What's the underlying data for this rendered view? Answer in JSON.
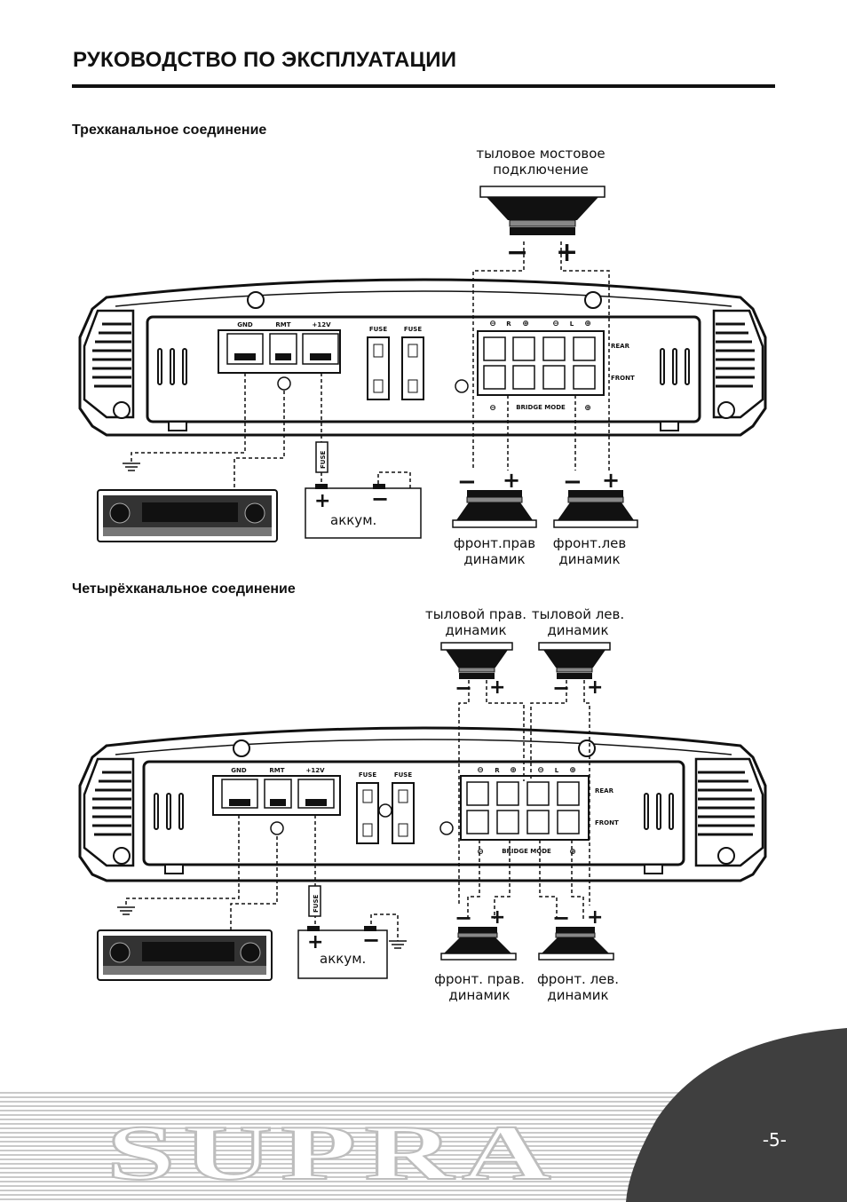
{
  "header": {
    "title": "РУКОВОДСТВО ПО ЭКСПЛУАТАЦИИ"
  },
  "sections": [
    {
      "heading": "Трехканальное соединение",
      "rear_label_1": "тыловое мостовое",
      "rear_label_2": "подключение",
      "front_left_speaker_1": "фронт.прав",
      "front_left_speaker_2": "динамик",
      "front_right_speaker_1": "фронт.лев",
      "front_right_speaker_2": "динамик",
      "battery": "аккум."
    },
    {
      "heading": "Четырёхканальное соединение",
      "rear_left_speaker_1": "тыловой прав.",
      "rear_left_speaker_2": "динамик",
      "rear_right_speaker_1": "тыловой лев.",
      "rear_right_speaker_2": "динамик",
      "front_left_speaker_1": "фронт. прав.",
      "front_left_speaker_2": "динамик",
      "front_right_speaker_1": "фронт. лев.",
      "front_right_speaker_2": "динамик",
      "battery": "аккум."
    }
  ],
  "amp_labels": {
    "gnd": "GND",
    "rmt": "RMT",
    "plus12v": "+12V",
    "fuse": "FUSE",
    "r": "R",
    "l": "L",
    "rear": "REAR",
    "front": "FRONT",
    "bridge_mode": "BRIDGE MODE"
  },
  "brand": "SUPRA",
  "page_number": "-5-"
}
